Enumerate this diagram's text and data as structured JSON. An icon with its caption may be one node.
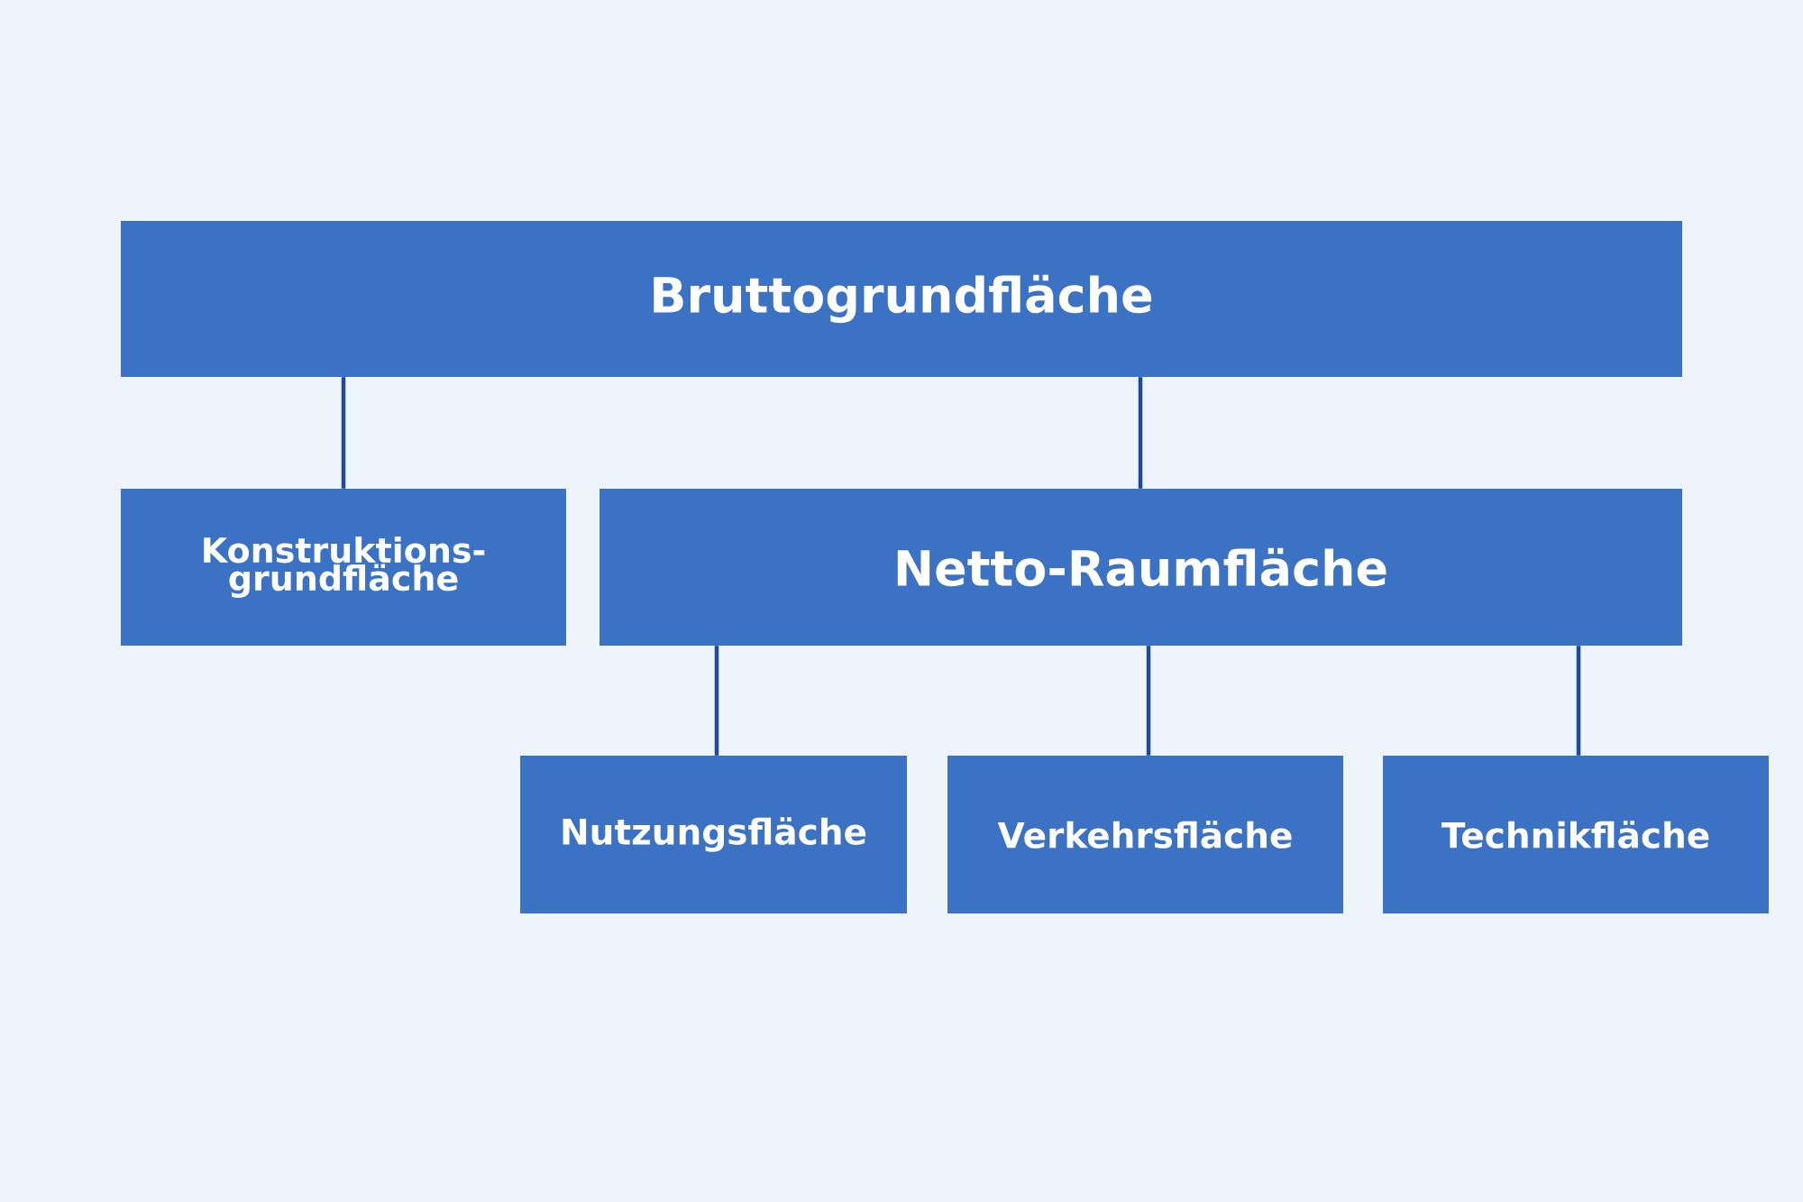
{
  "diagram": {
    "nodes": [
      {
        "text": [
          "Bruttogrundfläche"
        ]
      },
      {
        "text": [
          "Konstruktions- grundfläche"
        ]
      },
      {
        "text": [
          "Netto-Raumfläche"
        ]
      },
      {
        "text": [
          "Nutzungsfläche"
        ]
      },
      {
        "text": [
          "Verkehrsfläche"
        ]
      },
      {
        "text": [
          "Technikfläche"
        ]
      }
    ],
    "edges": [
      {
        "from": 0,
        "to": 1,
        "arrow": "none"
      },
      {
        "from": 0,
        "to": 2,
        "arrow": "none"
      },
      {
        "from": 2,
        "to": 3,
        "arrow": "none"
      },
      {
        "from": 2,
        "to": 4,
        "arrow": "none"
      },
      {
        "from": 2,
        "to": 5,
        "arrow": "none"
      }
    ]
  }
}
